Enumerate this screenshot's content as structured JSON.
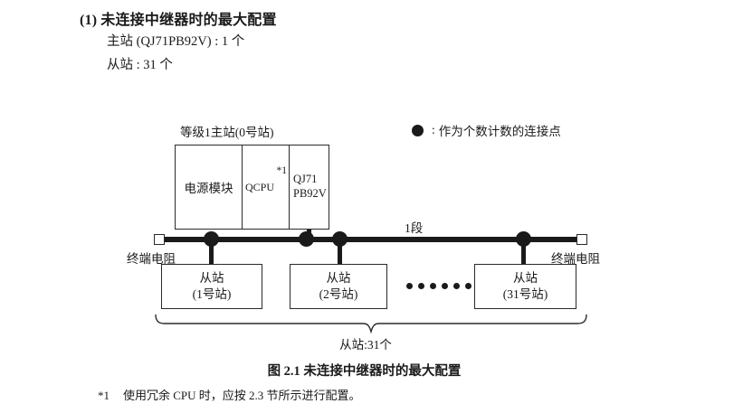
{
  "heading": {
    "number": "(1)",
    "text": "未连接中继器时的最大配置"
  },
  "spec": {
    "master": "主站 (QJ71PB92V) : 1 个",
    "slave": "从站 : 31 个"
  },
  "legend": {
    "icon": "filled-circle-icon",
    "colon": ":",
    "text": "作为个数计数的连接点"
  },
  "diagram": {
    "rack_caption": "等级1主站(0号站)",
    "modules": [
      {
        "label": "电源模块",
        "footnote_mark": ""
      },
      {
        "label": "QCPU",
        "footnote_mark": "*1"
      },
      {
        "label": "QJ71\nPB92V",
        "footnote_mark": ""
      }
    ],
    "module_psu": "电源模块",
    "module_cpu": "QCPU",
    "module_cpu_mark": "*1",
    "module_net_line1": "QJ71",
    "module_net_line2": "PB92V",
    "segment_label": "1段",
    "terminator_left": "终端电阻",
    "terminator_right": "终端电阻",
    "slaves": [
      {
        "title": "从站",
        "station": "(1号站)"
      },
      {
        "title": "从站",
        "station": "(2号站)"
      },
      {
        "title": "从站",
        "station": "(31号站)"
      }
    ],
    "ellipsis_dots": 6,
    "brace_label": "从站:31个"
  },
  "figure_caption": "图 2.1  未连接中继器时的最大配置",
  "footnote": {
    "mark": "*1",
    "text": "使用冗余 CPU 时，应按 2.3 节所示进行配置。"
  },
  "colors": {
    "ink": "#1a1a1a",
    "line": "#2a2a2a",
    "background": "#ffffff"
  }
}
